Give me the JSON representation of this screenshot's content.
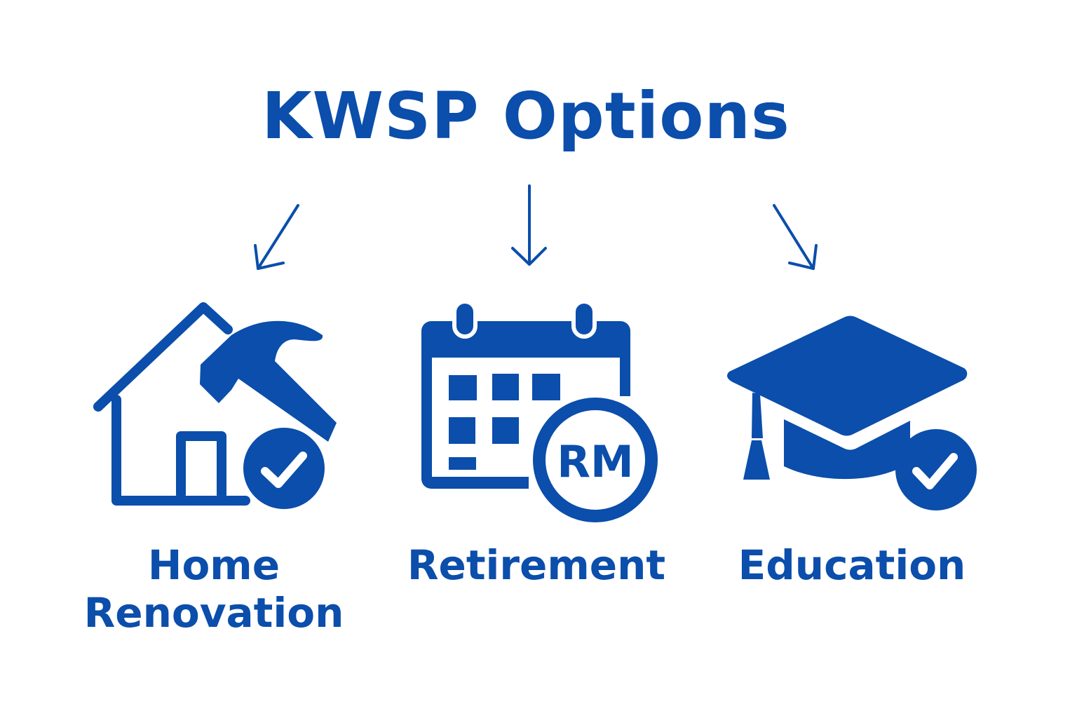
{
  "title": "KWSP Options",
  "color": "#0b4eab",
  "options": [
    {
      "label_line1": "Home",
      "label_line2": "Renovation",
      "icon": "house-hammer-check-icon"
    },
    {
      "label": "Retirement",
      "icon": "calendar-rm-icon",
      "badge": "RM"
    },
    {
      "label": "Education",
      "icon": "graduation-cap-check-icon"
    }
  ]
}
